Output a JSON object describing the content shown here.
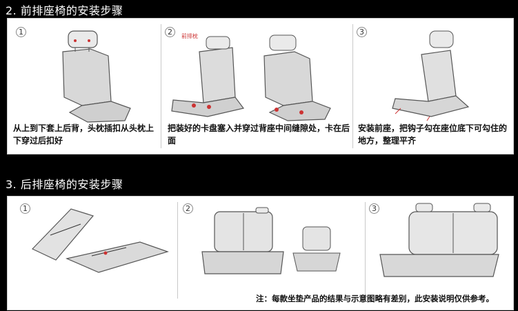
{
  "front": {
    "header": "2. 前排座椅的安装步骤",
    "steps": [
      {
        "num": "1",
        "caption": "从上到下套上后背，头枕插扣从头枕上下穿过后扣好"
      },
      {
        "num": "2",
        "label": "前排枕",
        "caption": "把装好的卡盘塞入并穿过背座中间缝隙处，卡在后面"
      },
      {
        "num": "3",
        "caption": "安装前座，把钩子勾在座位底下可勾住的地方，整理平齐"
      }
    ]
  },
  "rear": {
    "header": "3. 后排座椅的安装步骤",
    "steps": [
      {
        "num": "1"
      },
      {
        "num": "2"
      },
      {
        "num": "3"
      }
    ],
    "note": "注：每款坐垫产品的结果与示意图略有差别，此安装说明仅供参考。"
  }
}
